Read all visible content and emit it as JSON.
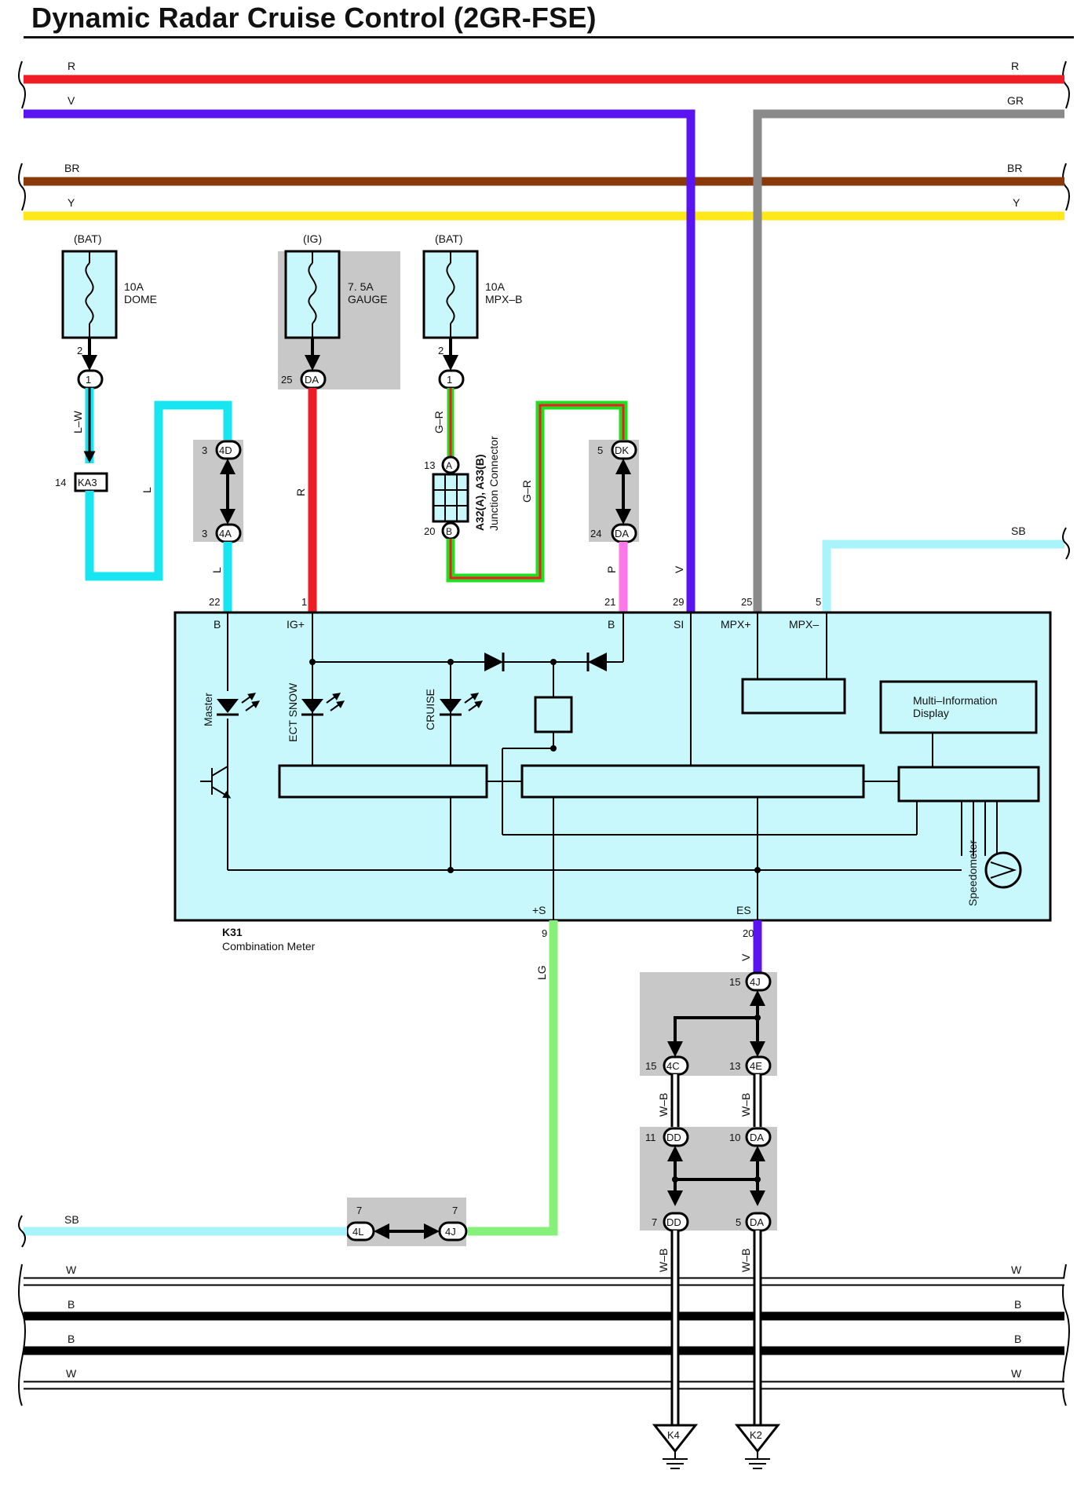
{
  "title": "Dynamic Radar Cruise Control (2GR-FSE)",
  "colors": {
    "R": "#ee1c25",
    "V": "#5a14f0",
    "GR": "#8a8a8a",
    "BR": "#8a3a0a",
    "Y": "#ffe81a",
    "L": "#17e6f2",
    "SB": "#a8f4fa",
    "P": "#ff77e8",
    "LG": "#86f07a",
    "G": "#1ee01e",
    "B": "#000000",
    "W": "#ffffff",
    "ecu_fill": "#c8f8fc",
    "fuse_fill": "#c8f8fc",
    "group_fill": "#c8c8c8"
  },
  "buses": {
    "top": [
      {
        "label_left": "R",
        "label_right": "R"
      },
      {
        "label_left": "V",
        "label_right": "GR"
      },
      {
        "label_left": "BR",
        "label_right": "BR"
      },
      {
        "label_left": "Y",
        "label_right": "Y"
      }
    ],
    "bottom": [
      {
        "label_left": "W",
        "label_right": "W"
      },
      {
        "label_left": "B",
        "label_right": "B"
      },
      {
        "label_left": "B",
        "label_right": "B"
      },
      {
        "label_left": "W",
        "label_right": "W"
      }
    ],
    "sb_right": "SB",
    "sb_left": "SB"
  },
  "fuses": [
    {
      "source": "(BAT)",
      "amp": "10A",
      "name": "DOME",
      "pin": "2",
      "conn": "1"
    },
    {
      "source": "(IG)",
      "amp": "7. 5A",
      "name": "GAUGE",
      "pin": "25",
      "conn": "DA"
    },
    {
      "source": "(BAT)",
      "amp": "10A",
      "name": "MPX–B",
      "pin": "2",
      "conn": "1"
    }
  ],
  "wires": {
    "lw": "L–W",
    "l1": "L",
    "l2": "L",
    "r": "R",
    "gr1": "G–R",
    "gr2": "G–R",
    "p": "P",
    "v_top": "V",
    "lg": "LG",
    "v_bot": "V",
    "wb1": "W–B",
    "wb2": "W–B",
    "wb3": "W–B",
    "wb4": "W–B"
  },
  "connectors": {
    "ka3_pin": "14",
    "ka3": "KA3",
    "c4d_pin": "3",
    "c4d": "4D",
    "c4a_pin": "3",
    "c4a": "4A",
    "dk_pin": "5",
    "dk": "DK",
    "da24_pin": "24",
    "da24": "DA",
    "jc_a_pin": "13",
    "jc_a": "A",
    "jc_b_pin": "20",
    "jc_b": "B",
    "jc_name_1": "A32(A), A33(B)",
    "jc_name_2": "Junction Connector",
    "c4j_pin": "15",
    "c4j": "4J",
    "c4c_pin": "15",
    "c4c": "4C",
    "c4e_pin": "13",
    "c4e": "4E",
    "dd11_pin": "11",
    "dd11": "DD",
    "da10_pin": "10",
    "da10": "DA",
    "dd7_pin": "7",
    "dd7": "DD",
    "da5_pin": "5",
    "da5": "DA",
    "c4l_pin": "7",
    "c4l": "4L",
    "c4j2_pin": "7",
    "c4j2": "4J"
  },
  "ecu": {
    "id": "K31",
    "name": "Combination Meter",
    "pins_top": [
      {
        "num": "22",
        "name": "B"
      },
      {
        "num": "1",
        "name": "IG+"
      },
      {
        "num": "21",
        "name": "B"
      },
      {
        "num": "29",
        "name": "SI"
      },
      {
        "num": "25",
        "name": "MPX+"
      },
      {
        "num": "5",
        "name": "MPX–"
      }
    ],
    "pins_bottom": [
      {
        "num": "9",
        "name": "+S"
      },
      {
        "num": "20",
        "name": "ES"
      }
    ],
    "indicators": [
      "Master",
      "ECT SNOW",
      "CRUISE"
    ],
    "mid_label_1": "Multi–Information",
    "mid_label_2": "Display",
    "speedometer": "Speedometer"
  },
  "grounds": [
    "K4",
    "K2"
  ]
}
